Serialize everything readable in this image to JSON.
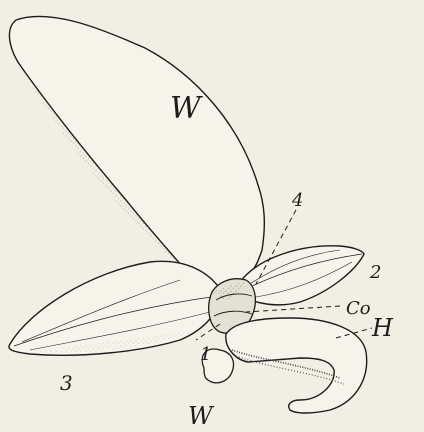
{
  "figure": {
    "colors": {
      "paper": "#f1efe3",
      "ink": "#1c1c1c",
      "stipple": "#555555"
    },
    "labels": {
      "w_upper": "W",
      "four": "4",
      "two": "2",
      "co": "Co",
      "h": "H",
      "one": "1",
      "three": "3",
      "w_lower": "W"
    }
  }
}
